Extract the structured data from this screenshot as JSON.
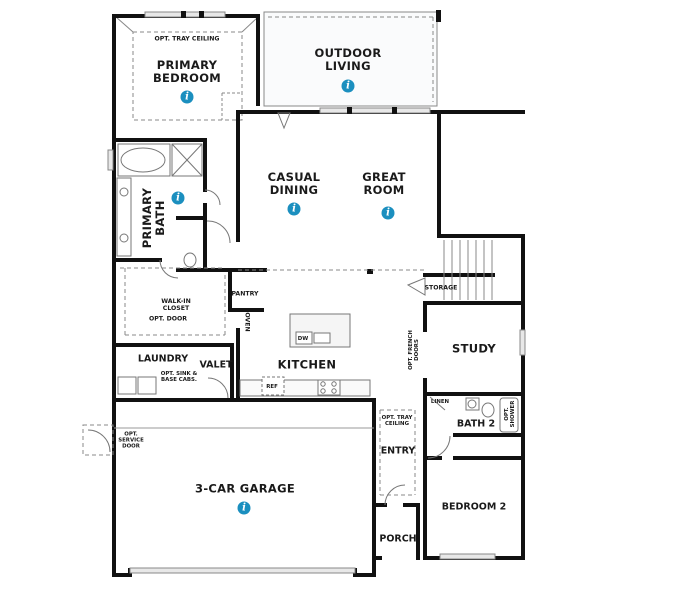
{
  "plan": {
    "info_icon_color": "#1b8fbf",
    "wall_color": "#111111",
    "rooms": {
      "primary_bedroom": {
        "label": "PRIMARY\nBEDROOM",
        "note": "OPT. TRAY CEILING"
      },
      "outdoor_living": {
        "label": "OUTDOOR\nLIVING"
      },
      "primary_bath": {
        "label": "PRIMARY\nBATH"
      },
      "casual_dining": {
        "label": "CASUAL\nDINING"
      },
      "great_room": {
        "label": "GREAT\nROOM"
      },
      "walk_in_closet": {
        "label": "WALK-IN\nCLOSET",
        "note": "OPT. DOOR"
      },
      "pantry": {
        "label": "PANTRY"
      },
      "oven": {
        "label": "OVEN"
      },
      "storage": {
        "label": "STORAGE"
      },
      "kitchen": {
        "label": "KITCHEN",
        "dw": "DW",
        "ref": "REF"
      },
      "opt_french_doors": {
        "label": "OPT. FRENCH\nDOORS"
      },
      "study": {
        "label": "STUDY"
      },
      "laundry": {
        "label": "LAUNDRY",
        "note": "OPT. SINK &\nBASE CABS."
      },
      "valet": {
        "label": "VALET"
      },
      "linen": {
        "label": "LINEN"
      },
      "bath_2": {
        "label": "BATH 2",
        "note": "OPT.\nSHOWER"
      },
      "entry": {
        "label": "ENTRY",
        "note": "OPT. TRAY\nCEILING"
      },
      "service_door": {
        "label": "OPT.\nSERVICE\nDOOR"
      },
      "garage": {
        "label": "3-CAR GARAGE"
      },
      "bedroom_2": {
        "label": "BEDROOM 2"
      },
      "porch": {
        "label": "PORCH"
      }
    },
    "info_glyph": "i"
  }
}
